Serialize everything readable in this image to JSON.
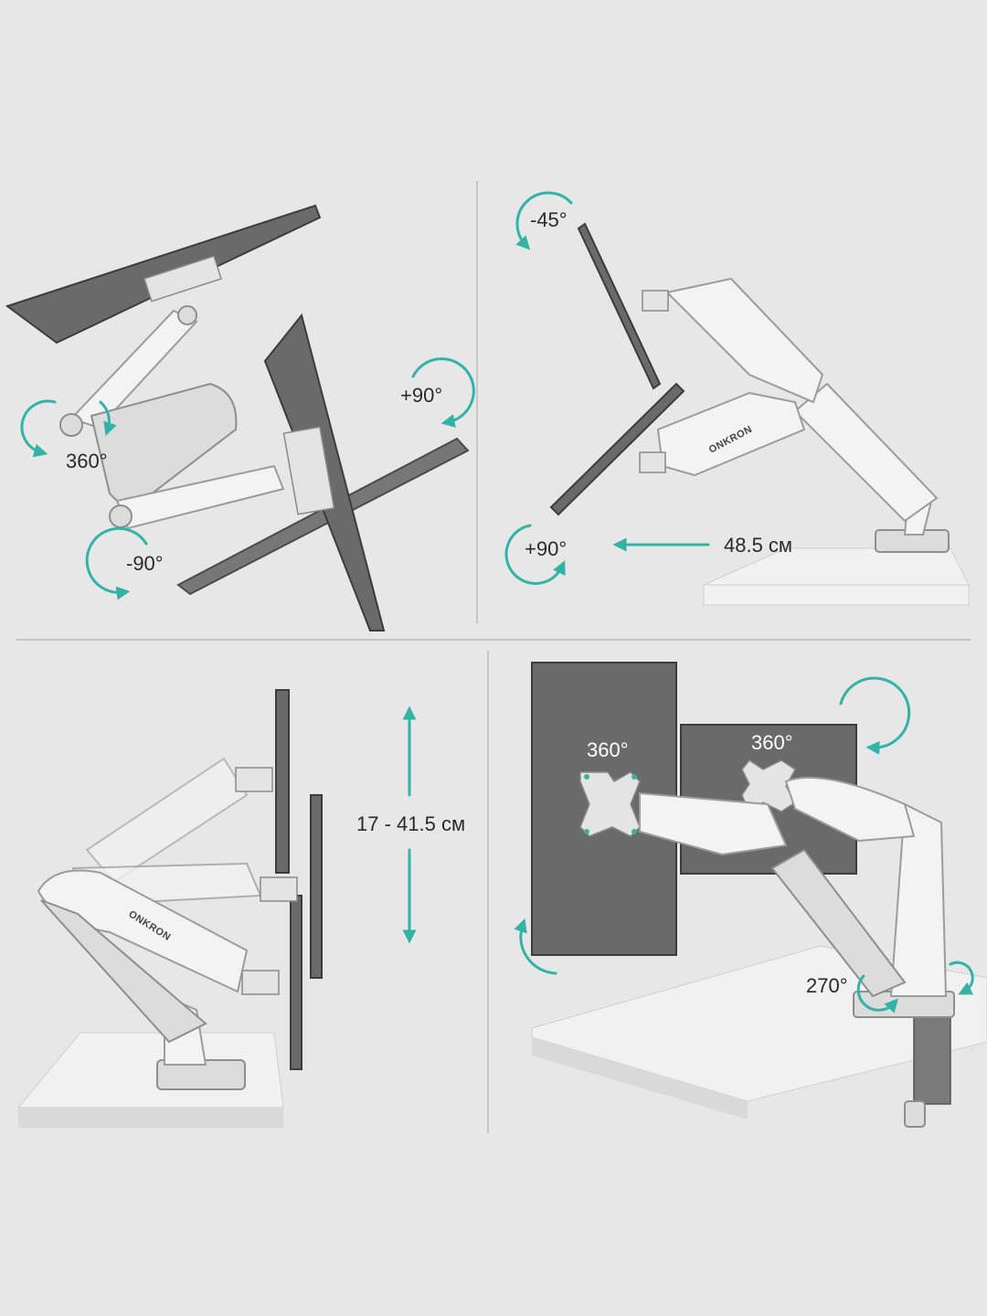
{
  "colors": {
    "background": "#e7e7e7",
    "accent": "#33b3a6",
    "screen": "#6a6a6a",
    "arm": "#f3f3f3"
  },
  "panel_top_left": {
    "label_swivel": "360°",
    "label_tilt_up": "+90°",
    "label_tilt_down": "-90°"
  },
  "panel_top_right": {
    "label_tilt_back": "-45°",
    "label_tilt_forward": "+90°",
    "label_extension": "48.5 см",
    "brand": "ONKRON"
  },
  "panel_bottom_left": {
    "label_height": "17 - 41.5 см",
    "brand": "ONKRON"
  },
  "panel_bottom_right": {
    "label_rotation_left": "360°",
    "label_rotation_right": "360°",
    "label_base": "270°"
  }
}
